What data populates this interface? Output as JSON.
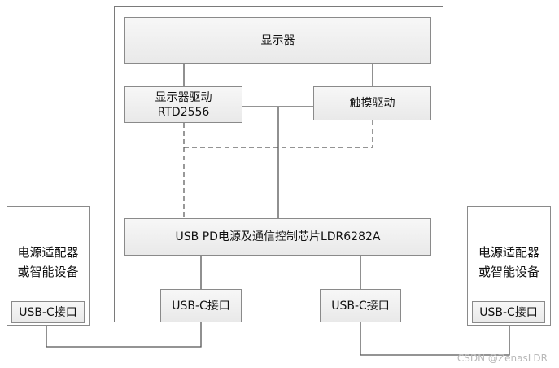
{
  "display": "显示器",
  "display_driver": {
    "line1": "显示器驱动",
    "line2": "RTD2556"
  },
  "touch_driver": "触摸驱动",
  "pd_chip": "USB PD电源及通信控制芯片LDR6282A",
  "usbc_inner_left": "USB-C接口",
  "usbc_inner_right": "USB-C接口",
  "left_device": {
    "line1": "电源适配器",
    "line2": "或智能设备",
    "port": "USB-C接口"
  },
  "right_device": {
    "line1": "电源适配器",
    "line2": "或智能设备",
    "port": "USB-C接口"
  },
  "watermark": "CSDN @ZenasLDR",
  "colors": {
    "border": "#8a8a8a",
    "line": "#555555",
    "fill_top": "#f7f7f7",
    "fill_bottom": "#e9e9e9"
  }
}
